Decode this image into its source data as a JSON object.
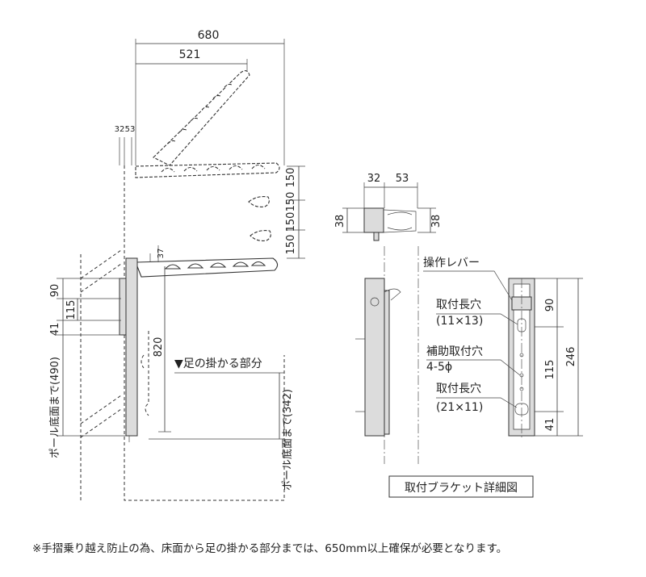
{
  "dimensions": {
    "arm_width": "680",
    "arm_inner": "521",
    "offset_a": "32",
    "offset_b": "53",
    "step_1": "150",
    "step_2": "150",
    "step_3": "150",
    "step_4": "150",
    "arm_thickness": "37",
    "upper_90": "90",
    "mid_115": "115",
    "low_41": "41",
    "height_820": "820"
  },
  "labels": {
    "foot_part": "▼足の掛かる部分",
    "pole_bottom_490": "ポール底面まで(490)",
    "pole_bottom_342": "ポール底面まで(342)"
  },
  "bracket": {
    "top_32": "32",
    "top_53": "53",
    "side_38_left": "38",
    "side_38_right": "38",
    "lever": "操作レバー",
    "mount_slot_1": "取付長穴",
    "mount_slot_1_size": "(11×13)",
    "aux_hole": "補助取付穴",
    "aux_hole_size": "4-5ϕ",
    "mount_slot_2": "取付長穴",
    "mount_slot_2_size": "(21×11)",
    "dim_90": "90",
    "dim_115": "115",
    "dim_41": "41",
    "dim_246": "246",
    "caption": "取付ブラケット詳細図"
  },
  "footnote": "※手摺乗り越え防止の為、床面から足の掛かる部分までは、650mm以上確保が必要となります。"
}
